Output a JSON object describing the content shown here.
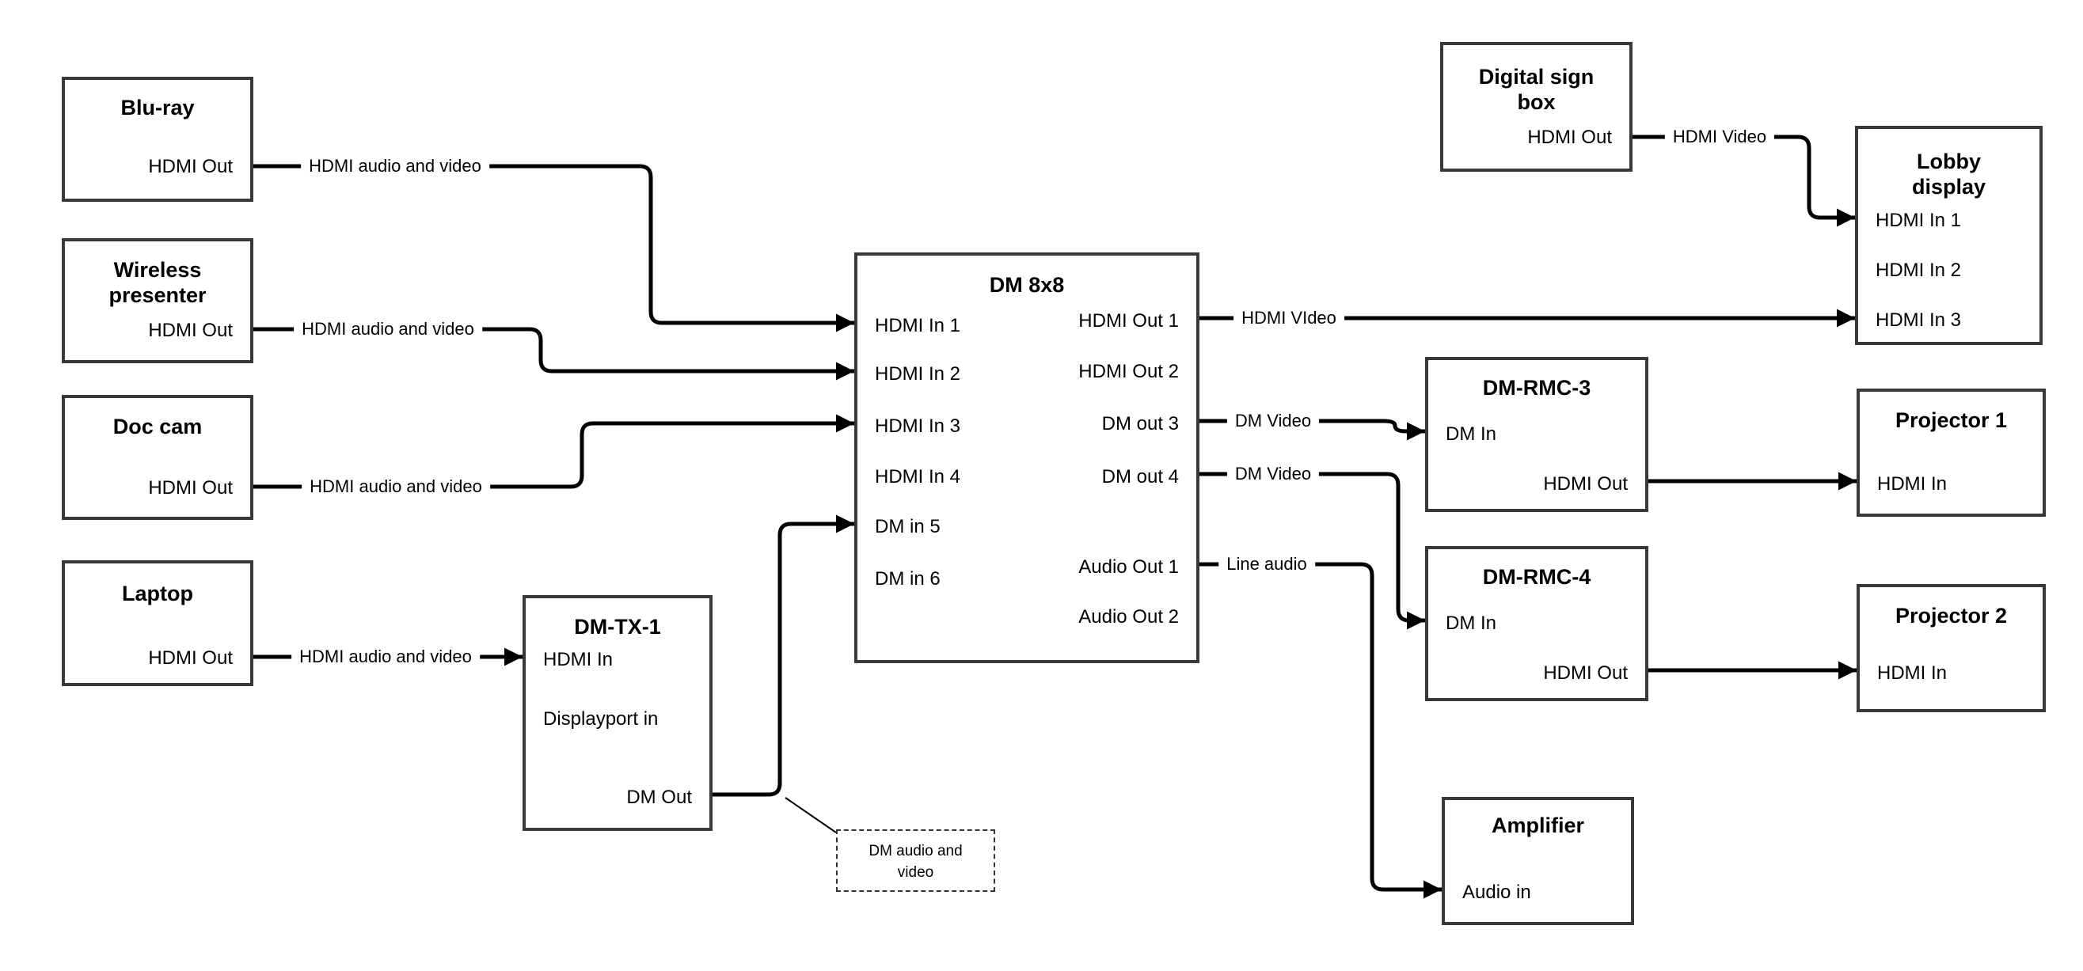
{
  "colors": {
    "wire": "#000000",
    "box_border": "#383838",
    "background": "#ffffff",
    "text": "#000000"
  },
  "nodes": {
    "blu_ray": {
      "title": "Blu-ray",
      "ports": {
        "hdmi_out": "HDMI Out"
      }
    },
    "wireless_presenter": {
      "title": "Wireless\npresenter",
      "ports": {
        "hdmi_out": "HDMI Out"
      }
    },
    "doc_cam": {
      "title": "Doc cam",
      "ports": {
        "hdmi_out": "HDMI Out"
      }
    },
    "laptop": {
      "title": "Laptop",
      "ports": {
        "hdmi_out": "HDMI Out"
      }
    },
    "dm_tx_1": {
      "title": "DM-TX-1",
      "ports": {
        "hdmi_in": "HDMI In",
        "displayport_in": "Displayport in",
        "dm_out": "DM Out"
      }
    },
    "dm_8x8": {
      "title": "DM 8x8",
      "ports": {
        "hdmi_in_1": "HDMI In 1",
        "hdmi_in_2": "HDMI In 2",
        "hdmi_in_3": "HDMI In 3",
        "hdmi_in_4": "HDMI In 4",
        "dm_in_5": "DM in 5",
        "dm_in_6": "DM in 6",
        "hdmi_out_1": "HDMI Out 1",
        "hdmi_out_2": "HDMI Out 2",
        "dm_out_3": "DM out 3",
        "dm_out_4": "DM out 4",
        "audio_out_1": "Audio Out 1",
        "audio_out_2": "Audio Out 2"
      }
    },
    "digital_sign_box": {
      "title": "Digital sign\nbox",
      "ports": {
        "hdmi_out": "HDMI Out"
      }
    },
    "lobby_display": {
      "title": "Lobby\ndisplay",
      "ports": {
        "hdmi_in_1": "HDMI In 1",
        "hdmi_in_2": "HDMI In 2",
        "hdmi_in_3": "HDMI In 3"
      }
    },
    "dm_rmc_3": {
      "title": "DM-RMC-3",
      "ports": {
        "dm_in": "DM In",
        "hdmi_out": "HDMI Out"
      }
    },
    "projector_1": {
      "title": "Projector 1",
      "ports": {
        "hdmi_in": "HDMI In"
      }
    },
    "dm_rmc_4": {
      "title": "DM-RMC-4",
      "ports": {
        "dm_in": "DM In",
        "hdmi_out": "HDMI Out"
      }
    },
    "projector_2": {
      "title": "Projector 2",
      "ports": {
        "hdmi_in": "HDMI In"
      }
    },
    "amplifier": {
      "title": "Amplifier",
      "ports": {
        "audio_in": "Audio in"
      }
    }
  },
  "edge_labels": {
    "blu_ray_to_in1": "HDMI audio and video",
    "wireless_to_in2": "HDMI audio and video",
    "doc_cam_to_in3": "HDMI audio and video",
    "laptop_to_tx1": "HDMI audio and video",
    "out1_to_lobby": "HDMI VIdeo",
    "sign_to_lobby": "HDMI Video",
    "out3_to_rmc3": "DM Video",
    "out4_to_rmc4": "DM Video",
    "audio1_to_amp": "Line audio",
    "callout": "DM audio and\nvideo"
  }
}
